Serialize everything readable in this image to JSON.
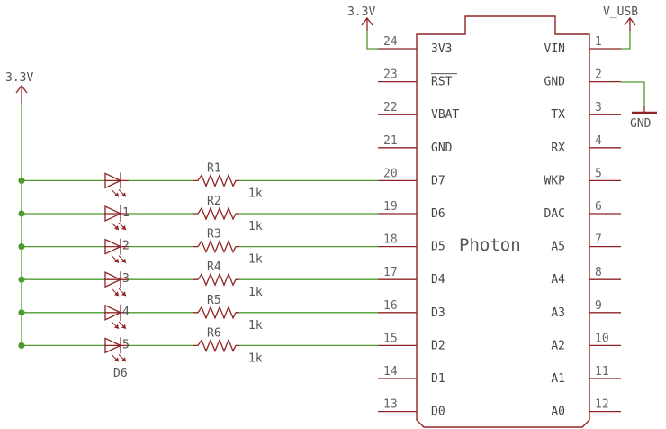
{
  "power": {
    "left_rail": "3.3V",
    "top_left": "3.3V",
    "top_right": "V_USB",
    "ground": "GND"
  },
  "chip": {
    "name": "Photon",
    "left_pins": [
      {
        "num": "24",
        "name": "3V3"
      },
      {
        "num": "23",
        "name": "RST"
      },
      {
        "num": "22",
        "name": "VBAT"
      },
      {
        "num": "21",
        "name": "GND"
      },
      {
        "num": "20",
        "name": "D7"
      },
      {
        "num": "19",
        "name": "D6"
      },
      {
        "num": "18",
        "name": "D5"
      },
      {
        "num": "17",
        "name": "D4"
      },
      {
        "num": "16",
        "name": "D3"
      },
      {
        "num": "15",
        "name": "D2"
      },
      {
        "num": "14",
        "name": "D1"
      },
      {
        "num": "13",
        "name": "D0"
      }
    ],
    "right_pins": [
      {
        "num": "1",
        "name": "VIN"
      },
      {
        "num": "2",
        "name": "GND"
      },
      {
        "num": "3",
        "name": "TX"
      },
      {
        "num": "4",
        "name": "RX"
      },
      {
        "num": "5",
        "name": "WKP"
      },
      {
        "num": "6",
        "name": "DAC"
      },
      {
        "num": "7",
        "name": "A5"
      },
      {
        "num": "8",
        "name": "A4"
      },
      {
        "num": "9",
        "name": "A3"
      },
      {
        "num": "10",
        "name": "A2"
      },
      {
        "num": "11",
        "name": "A1"
      },
      {
        "num": "12",
        "name": "A0"
      }
    ]
  },
  "resistors": [
    {
      "name": "R1",
      "value": "1k"
    },
    {
      "name": "R2",
      "value": "1k"
    },
    {
      "name": "R3",
      "value": "1k"
    },
    {
      "name": "R4",
      "value": "1k"
    },
    {
      "name": "R5",
      "value": "1k"
    },
    {
      "name": "R6",
      "value": "1k"
    }
  ],
  "leds": [
    {
      "tag": ""
    },
    {
      "tag": "1"
    },
    {
      "tag": "2"
    },
    {
      "tag": "3"
    },
    {
      "tag": "4"
    },
    {
      "tag": "5"
    }
  ],
  "bottom_led_label": "D6"
}
